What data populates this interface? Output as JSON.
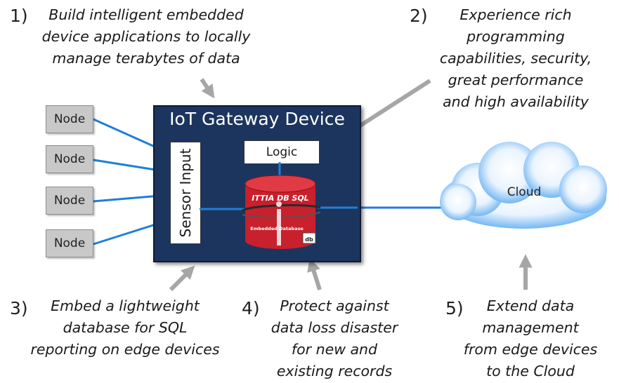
{
  "gateway": {
    "title": "IoT Gateway Device",
    "logic": "Logic",
    "sensor": "Sensor Input"
  },
  "database": {
    "brand": "ITTIA DB SQL",
    "subtitle": "Embedded Database",
    "badge": "db"
  },
  "nodes": [
    "Node",
    "Node",
    "Node",
    "Node"
  ],
  "cloud": "Cloud",
  "callouts": [
    {
      "number": "1)",
      "text": [
        "Build intelligent embedded",
        "device applications to locally",
        "manage terabytes of data"
      ]
    },
    {
      "number": "2)",
      "text": [
        "Experience rich",
        "programming",
        "capabilities, security,",
        "great performance",
        "and high availability"
      ]
    },
    {
      "number": "3)",
      "text": [
        "Embed a lightweight",
        "database for SQL",
        "reporting on edge devices"
      ]
    },
    {
      "number": "4)",
      "text": [
        "Protect against",
        "data loss disaster",
        "for new and",
        "existing records"
      ]
    },
    {
      "number": "5)",
      "text": [
        "Extend data",
        "management",
        "from edge devices",
        "to the Cloud"
      ]
    }
  ],
  "colors": {
    "gateway": "#1c355e",
    "link": "#1f7fd8",
    "node": "#c8c8c8",
    "arrow": "#a6a6a6",
    "db": "#c8202c"
  }
}
